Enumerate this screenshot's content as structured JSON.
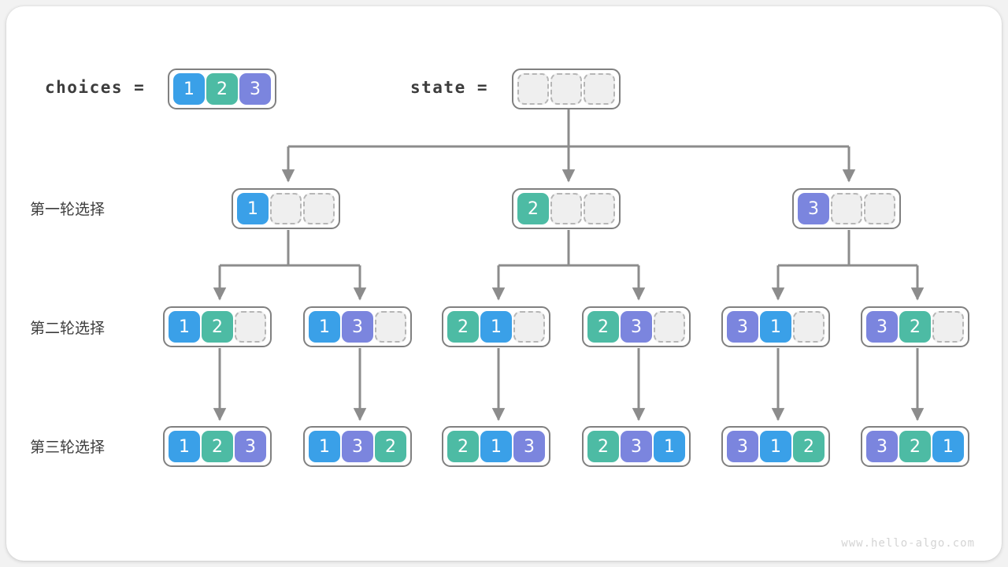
{
  "page": {
    "watermark": "www.hello-algo.com",
    "background_color": "#f2f2f2",
    "card_color": "#ffffff"
  },
  "palette": {
    "value_1": "#3aa0e8",
    "value_2": "#4dbba4",
    "value_3": "#7b85de",
    "empty_fill": "#efefef",
    "empty_border": "#b6b6b6",
    "node_border": "#808080",
    "link": "#8c8c8c",
    "text": "#3c3c3c"
  },
  "header": {
    "choices_label": "choices =",
    "choices_values": [
      "1",
      "2",
      "3"
    ],
    "state_label": "state =",
    "state_values": [
      "",
      "",
      ""
    ]
  },
  "row_labels": {
    "round1": "第一轮选择",
    "round2": "第二轮选择",
    "round3": "第三轮选择"
  },
  "tree": {
    "root": [
      "",
      "",
      ""
    ],
    "level1": [
      {
        "values": [
          "1",
          "",
          ""
        ]
      },
      {
        "values": [
          "2",
          "",
          ""
        ]
      },
      {
        "values": [
          "3",
          "",
          ""
        ]
      }
    ],
    "level2": [
      {
        "values": [
          "1",
          "2",
          ""
        ]
      },
      {
        "values": [
          "1",
          "3",
          ""
        ]
      },
      {
        "values": [
          "2",
          "1",
          ""
        ]
      },
      {
        "values": [
          "2",
          "3",
          ""
        ]
      },
      {
        "values": [
          "3",
          "1",
          ""
        ]
      },
      {
        "values": [
          "3",
          "2",
          ""
        ]
      }
    ],
    "level3": [
      {
        "values": [
          "1",
          "2",
          "3"
        ]
      },
      {
        "values": [
          "1",
          "3",
          "2"
        ]
      },
      {
        "values": [
          "2",
          "1",
          "3"
        ]
      },
      {
        "values": [
          "2",
          "3",
          "1"
        ]
      },
      {
        "values": [
          "3",
          "1",
          "2"
        ]
      },
      {
        "values": [
          "3",
          "2",
          "1"
        ]
      }
    ]
  }
}
